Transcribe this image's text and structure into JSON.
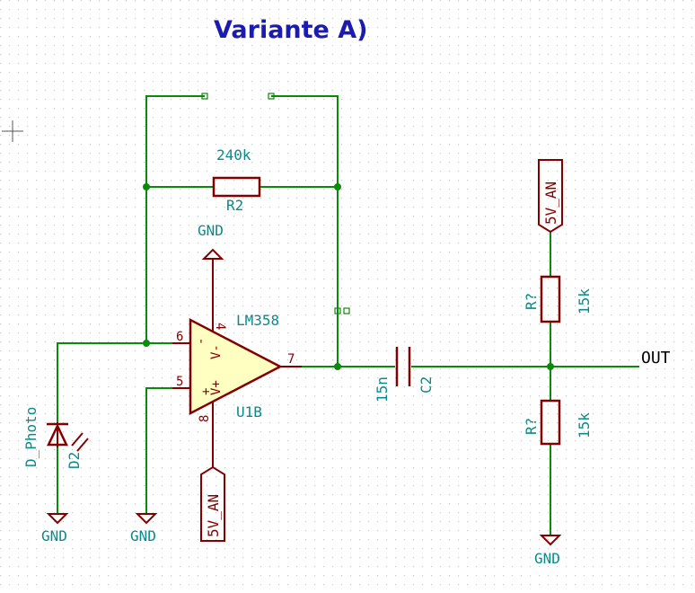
{
  "title": "Variante A)",
  "feedback_resistor": {
    "ref": "R2",
    "value": "240k"
  },
  "opamp": {
    "ref": "U1B",
    "value": "LM358",
    "pins": {
      "inv": "6",
      "noninv": "5",
      "out": "7",
      "vplus_pin": "4",
      "gnd_pin": "8"
    },
    "labels": {
      "vminus": "V-",
      "vplus": "V+",
      "minus": "-",
      "plus": "+"
    }
  },
  "photodiode": {
    "ref": "D2",
    "value": "D_Photo"
  },
  "capacitor": {
    "ref": "C2",
    "value": "15n"
  },
  "divider_top": {
    "ref": "R?",
    "value": "15k"
  },
  "divider_bottom": {
    "ref": "R?",
    "value": "15k"
  },
  "power": {
    "gnd_label": "GND",
    "supply_label": "5V_AN"
  },
  "output_label": "OUT",
  "colors": {
    "wire": "#0a8a0a",
    "symbol": "#840000",
    "fill": "#ffffc2",
    "text": "#0a8a8a",
    "title": "#1b1bb0"
  }
}
